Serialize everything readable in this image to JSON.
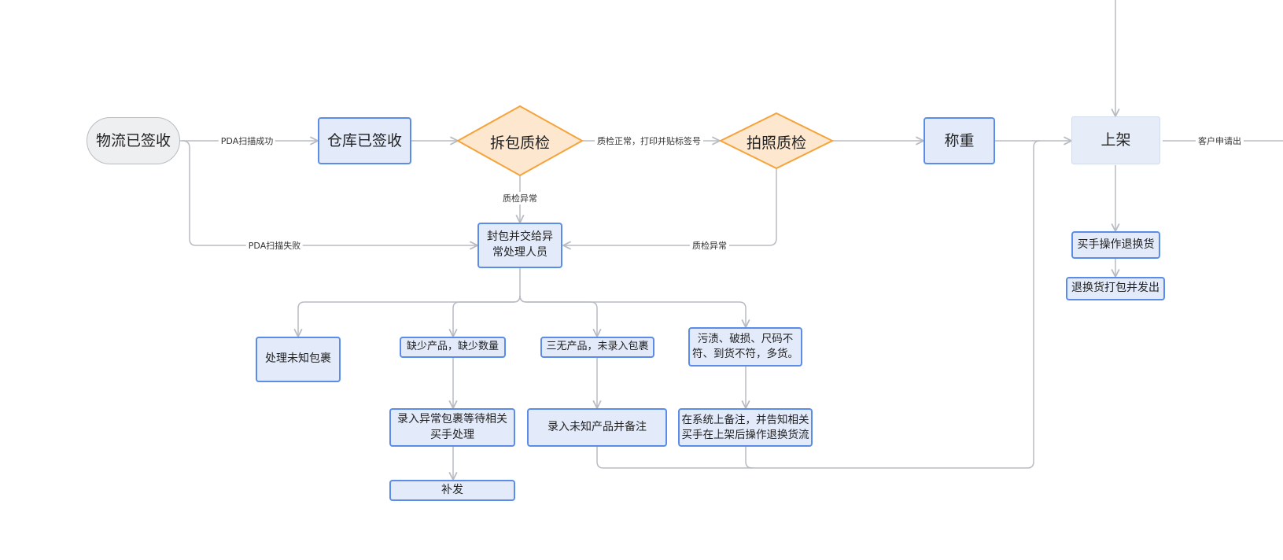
{
  "colors": {
    "box_fill": "#e3ebfb",
    "box_border": "#5b8de8",
    "diamond_fill": "#fde7cf",
    "diamond_border": "#f5a33a",
    "start_fill": "#eeeff1",
    "edge": "#b8bcc2"
  },
  "nodes": {
    "logistics_signed": "物流已签收",
    "warehouse_signed": "仓库已签收",
    "unpack_qc": "拆包质检",
    "photo_qc": "拍照质检",
    "weigh": "称重",
    "shelve": "上架",
    "seal_handover": "封包并交给异常处理人员",
    "unknown_pkg": "处理未知包裹",
    "missing_product": "缺少产品，缺少数量",
    "unbranded_product": "三无产品，未录入包裹",
    "damaged": "污渍、破损、尺码不符、到货不符，多货。",
    "record_abnormal": "录入异常包裹等待相关买手处理",
    "record_unknown": "录入未知产品并备注",
    "system_note": "在系统上备注，并告知相关买手在上架后操作退换货流",
    "reissue": "补发",
    "buyer_return": "买手操作退换货",
    "return_ship": "退换货打包并发出"
  },
  "edge_labels": {
    "pda_success": "PDA扫描成功",
    "pda_fail": "PDA扫描失败",
    "qc_ok": "质检正常，打印并贴标签号",
    "qc_abnormal_1": "质检异常",
    "qc_abnormal_2": "质检异常",
    "customer_request": "客户申请出"
  }
}
